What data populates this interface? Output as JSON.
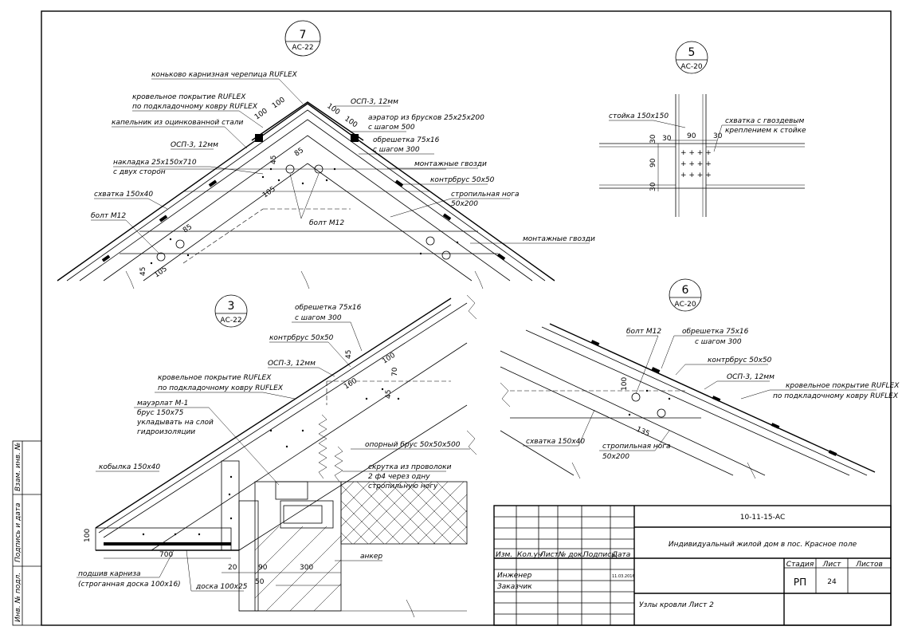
{
  "nodes": {
    "n7": {
      "num": "7",
      "ref": "АС-22"
    },
    "n5": {
      "num": "5",
      "ref": "АС-20"
    },
    "n3": {
      "num": "3",
      "ref": "АС-22"
    },
    "n6": {
      "num": "6",
      "ref": "АС-20"
    }
  },
  "labels7": {
    "ridge": "коньково карнизная черепица RUFLEX",
    "roof1": "кровельное покрытие RUFLEX",
    "roof2": "по подкладочному ковру RUFLEX",
    "drip": "капельник из оцинкованной стали",
    "osp": "ОСП-3, 12мм",
    "osp2": "ОСП-3, 12мм",
    "nakl1": "накладка 25х150х710",
    "nakl2": "с двух сторон",
    "skh": "схватка 150х40",
    "bolt1": "болт М12",
    "bolt2": "болт М12",
    "aer1": "аэратор из брусков 25х25х200",
    "aer2": "с шагом 500",
    "obr1": "обрешетка 75х16",
    "obr2": "с шагом 300",
    "mont1": "монтажные гвозди",
    "kontr": "контрбрус 50х50",
    "strop1": "стропильная нога",
    "strop2": "50х200",
    "mont2": "монтажные гвозди",
    "d100a": "100",
    "d100b": "100",
    "d100c": "100",
    "d100d": "100",
    "d45a": "45",
    "d105a": "105",
    "d85a": "85",
    "d45b": "45",
    "d105b": "105",
    "d85b": "85"
  },
  "labels5": {
    "stoika": "стойка 150х150",
    "skh1": "схватка с гвоздевым",
    "skh2": "креплением к стойке",
    "d30a": "30",
    "d90a": "90",
    "d30b": "30",
    "d30c": "30",
    "d90b": "90",
    "d30d": "30"
  },
  "labels3": {
    "obr1": "обрешетка 75х16",
    "obr2": "с шагом 300",
    "kontr": "контрбрус 50х50",
    "osp": "ОСП-3, 12мм",
    "roof1": "кровельное покрытие RUFLEX",
    "roof2": "по подкладочному ковру RUFLEX",
    "mau1": "мауэрлат М-1",
    "mau2": "брус 150х75",
    "mau3": "укладывать на слой",
    "mau4": "гидроизоляции",
    "opor": "опорный брус 50х50х500",
    "kob": "кобылка 150х40",
    "skr1": "скрутка из проволоки",
    "skr2": "2 ф4 через одну",
    "skr3": "стропильную ногу",
    "anker": "анкер",
    "podsh1": "подшив карниза",
    "podsh2": "(строганная доска 100х16)",
    "doska": "доска 100х25",
    "d700": "700",
    "d100": "100",
    "d20": "20",
    "d90": "90",
    "d300": "300",
    "d50": "50",
    "d45a": "45",
    "d100b": "100",
    "d70": "70",
    "d160": "160",
    "d45b": "45"
  },
  "labels6": {
    "bolt": "болт М12",
    "obr1": "обрешетка 75х16",
    "obr2": "с шагом 300",
    "kontr": "контрбрус 50х50",
    "osp": "ОСП-3, 12мм",
    "roof1": "кровельное покрытие RUFLEX",
    "roof2": "по подкладочному ковру RUFLEX",
    "skh": "схватка 150х40",
    "strop1": "стропильная нога",
    "strop2": "50х200",
    "d100": "100",
    "d135": "135"
  },
  "stamp": {
    "code": "10-11-15-АС",
    "project": "Индивидуальный жилой дом в пос. Красное поле",
    "sheet_title": "Узлы кровли  Лист 2",
    "h_izm": "Изм.",
    "h_koluch": "Кол.уч",
    "h_list": "Лист",
    "h_ndok": "№ док.",
    "h_podp": "Подпись",
    "h_data": "Дата",
    "r1_role": "Инженер",
    "r1_date": "11.03.2016",
    "r2_role": "Заказчик",
    "stadiya_h": "Стадия",
    "list_h": "Лист",
    "listov_h": "Листов",
    "stadiya": "РП",
    "list": "24",
    "listov": ""
  },
  "side": {
    "vzam": "Взам. инв. №",
    "podp": "Подпись и дата",
    "inv": "Инв. № подл."
  }
}
